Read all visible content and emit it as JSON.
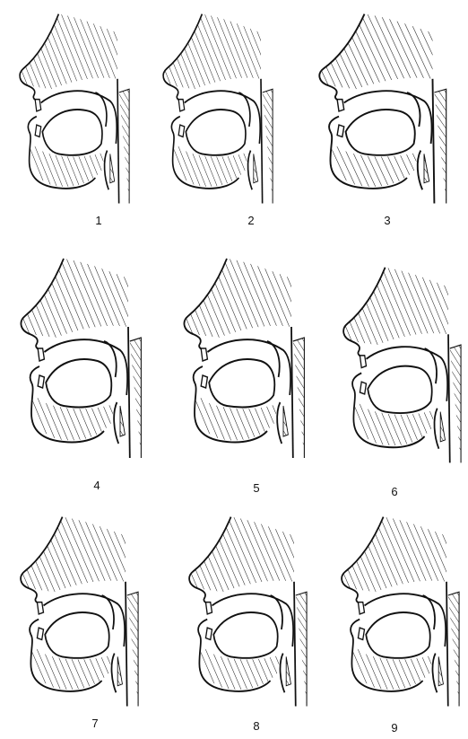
{
  "figure": {
    "panels": [
      {
        "label": "1"
      },
      {
        "label": "2"
      },
      {
        "label": "3"
      },
      {
        "label": "4"
      },
      {
        "label": "5"
      },
      {
        "label": "6"
      },
      {
        "label": "7"
      },
      {
        "label": "8"
      },
      {
        "label": "9"
      }
    ]
  },
  "colors": {
    "ink": "#111111",
    "background": "#ffffff"
  }
}
